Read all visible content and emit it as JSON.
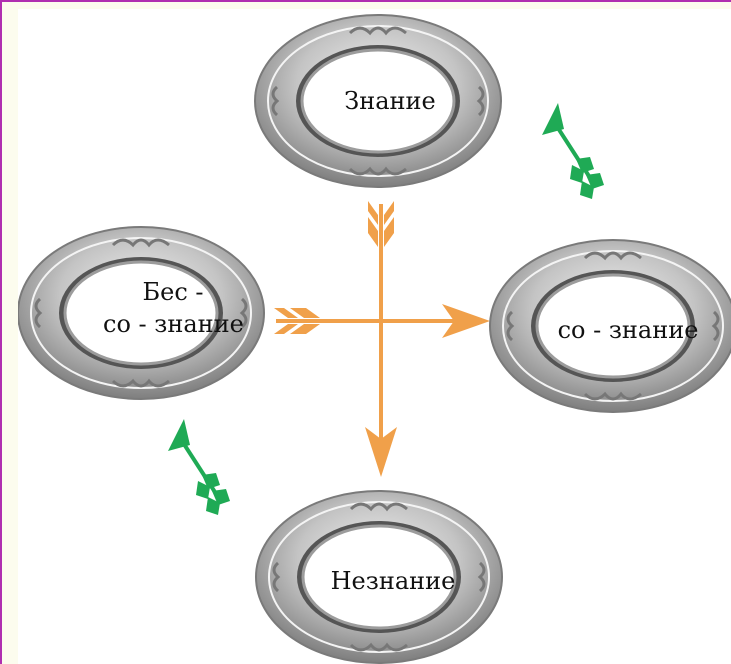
{
  "colors": {
    "border": "#b02fb0",
    "outer_bg": "#fcfcee",
    "arrow_orange": "#f0a04a",
    "arrow_green": "#1faa55",
    "ring_silver": "#b9b9b9",
    "ring_dark": "#4d4d4d",
    "text": "#111111"
  },
  "nodes": {
    "top": "Знание",
    "left_line1": "Бес -",
    "left_line2": "со - знание",
    "right": "со - знание",
    "bottom": "Незнание"
  },
  "decor_icons": [
    "green-arrow-icon",
    "green-arrow-icon"
  ]
}
